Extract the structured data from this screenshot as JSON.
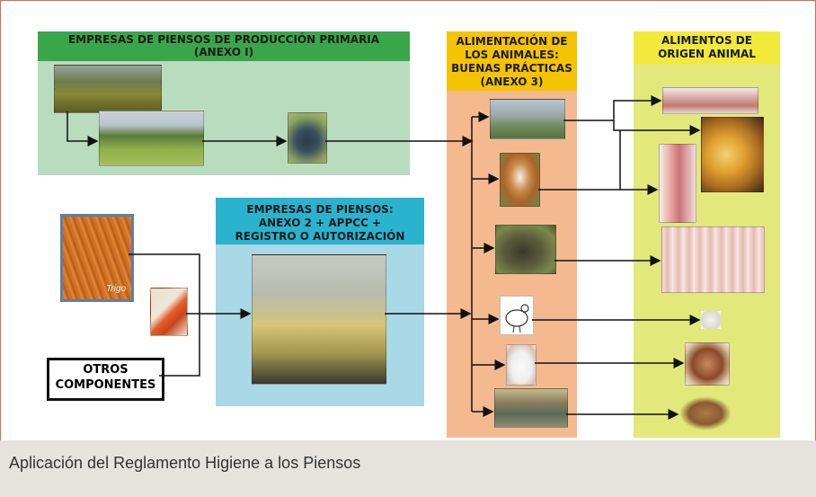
{
  "panels": {
    "primary": {
      "line1": "EMPRESAS DE PIENSOS DE PRODUCCIÓN PRIMARIA",
      "line2": "(ANEXO I)"
    },
    "feed": {
      "line1": "EMPRESAS DE PIENSOS:",
      "line2": "ANEXO 2 +  APPCC +",
      "line3": "REGISTRO O AUTORIZACIÓN"
    },
    "animal_feeding": {
      "line1": "ALIMENTACIÓN DE",
      "line2": "LOS ANIMALES:",
      "line3": "BUENAS PRÁCTICAS",
      "line4": "(ANEXO 3)"
    },
    "food": {
      "line1": "ALIMENTOS DE",
      "line2": "ORIGEN ANIMAL"
    }
  },
  "other_components": {
    "line1": "OTROS",
    "line2": "COMPONENTES"
  },
  "wheat_label": "Trigo",
  "caption": "Aplicación del Reglamento Higiene a los Piensos",
  "colors": {
    "frame": "#c9724c",
    "green_header": "#3aa64a",
    "green_panel": "#b9dcbf",
    "blue_header": "#2ab3cf",
    "blue_panel": "#a9d8e6",
    "yellow_header": "#f5c400",
    "orange_panel": "#f5b98f",
    "yellow_panel": "#e3e87a",
    "yellow_header2": "#f3e93a"
  }
}
